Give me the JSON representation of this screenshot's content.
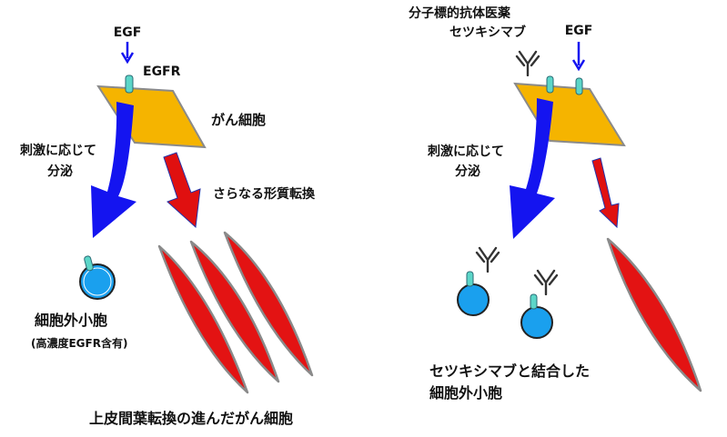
{
  "left": {
    "egf": "EGF",
    "egfr": "EGFR",
    "cancer_cell": "がん細胞",
    "secretion_line1": "刺激に応じて",
    "secretion_line2": "分泌",
    "transition": "さらなる形質転換",
    "vesicle_title": "細胞外小胞",
    "vesicle_note": "(高濃度EGFR含有)",
    "emt_caption": "上皮間葉転換の進んだがん細胞"
  },
  "right": {
    "drug_line1": "分子標的抗体医薬",
    "drug_line2": "セツキシマブ",
    "egf": "EGF",
    "secretion_line1": "刺激に応じて",
    "secretion_line2": "分泌",
    "bound_line1": "セツキシマブと結合した",
    "bound_line2": "細胞外小胞"
  },
  "colors": {
    "cell_fill": "#f5b400",
    "arrow_blue": "#1414f0",
    "arrow_red": "#e01010",
    "vesicle_fill": "#1aa0ee",
    "receptor": "#5cd6c8",
    "spindle_fill": "#e31313",
    "outline_gray": "#8a8a8a"
  }
}
